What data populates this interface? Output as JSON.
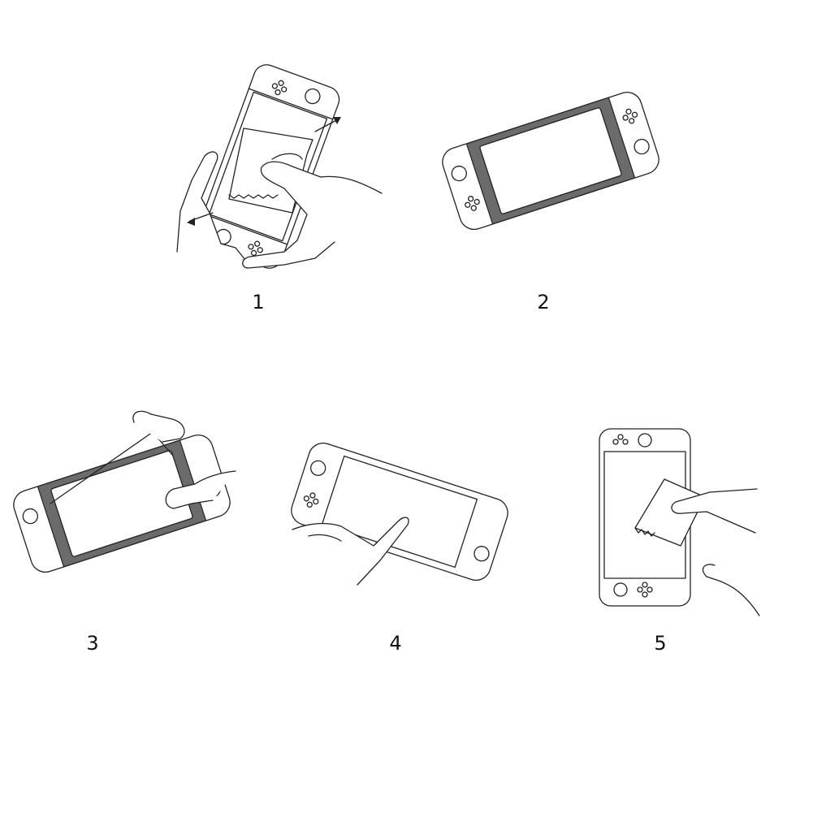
{
  "steps": [
    {
      "label": "1",
      "icon": "wipe-screen-with-cloth"
    },
    {
      "label": "2",
      "icon": "place-protector-on-console"
    },
    {
      "label": "3",
      "icon": "peel-and-align-protector"
    },
    {
      "label": "4",
      "icon": "press-protector-center"
    },
    {
      "label": "5",
      "icon": "wipe-bubbles-with-cloth"
    }
  ]
}
